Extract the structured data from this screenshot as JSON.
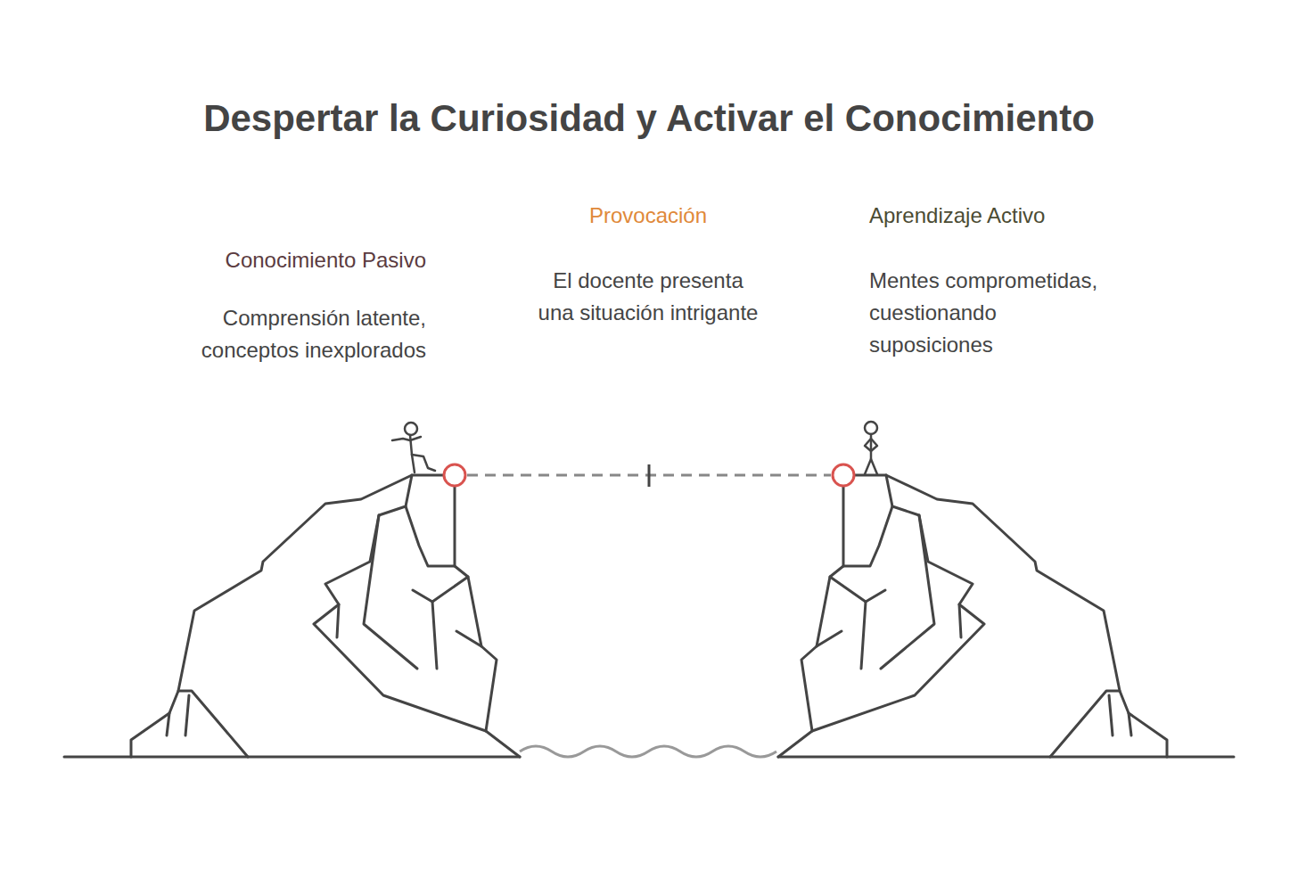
{
  "diagram": {
    "title": "Despertar la Curiosidad y Activar el Conocimiento",
    "labels": [
      "Conocimiento Pasivo",
      "Comprensión latente, conceptos inexplorados",
      "Provocación",
      "El docente presenta una situación intrigante",
      "Aprendizaje Activo",
      "Mentes comprometidas, cuestionando suposiciones"
    ]
  }
}
